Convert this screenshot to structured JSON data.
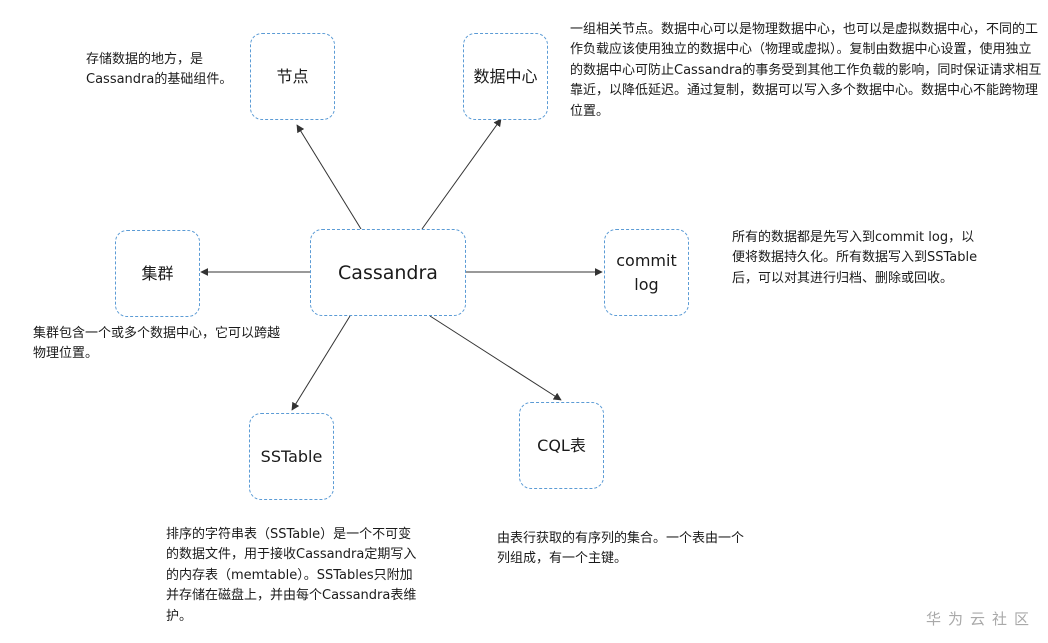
{
  "center": {
    "label": "Cassandra"
  },
  "nodes": [
    {
      "id": "node",
      "label": "节点",
      "description": "存储数据的地方，是Cassandra的基础组件。"
    },
    {
      "id": "datacenter",
      "label": "数据中心",
      "description": "一组相关节点。数据中心可以是物理数据中心，也可以是虚拟数据中心，不同的工作负载应该使用独立的数据中心（物理或虚拟）。复制由数据中心设置，使用独立的数据中心可防止Cassandra的事务受到其他工作负载的影响，同时保证请求相互靠近，以降低延迟。通过复制，数据可以写入多个数据中心。数据中心不能跨物理位置。"
    },
    {
      "id": "cluster",
      "label": "集群",
      "description": "集群包含一个或多个数据中心，它可以跨越物理位置。"
    },
    {
      "id": "commitlog",
      "label": "commit log",
      "description": "所有的数据都是先写入到commit log，以便将数据持久化。所有数据写入到SSTable后，可以对其进行归档、删除或回收。"
    },
    {
      "id": "sstable",
      "label": "SSTable",
      "description": "排序的字符串表（SSTable）是一个不可变的数据文件，用于接收Cassandra定期写入的内存表（memtable）。SSTables只附加并存储在磁盘上，并由每个Cassandra表维护。"
    },
    {
      "id": "cqltable",
      "label": "CQL表",
      "description": "由表行获取的有序列的集合。一个表由一个列组成，有一个主键。"
    }
  ],
  "watermark": "华为云社区",
  "colors": {
    "node_border": "#5b9bd5",
    "arrow": "#333333"
  }
}
